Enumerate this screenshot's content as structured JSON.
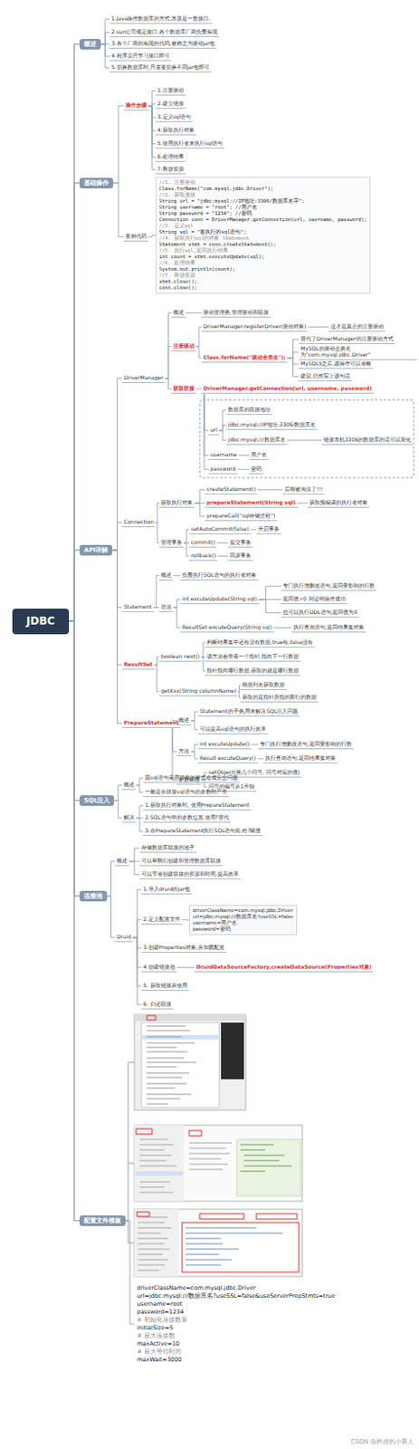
{
  "diagram": {
    "nodes": [
      {
        "text": [
          "JDBC"
        ]
      },
      {
        "text": [
          "概述"
        ]
      },
      {
        "text": [
          "1.Java操作数据库的方式,本质是一套接口."
        ]
      },
      {
        "text": [
          "2.sun公司规定接口,各个数据库厂商负责实现"
        ]
      },
      {
        "text": [
          "3.各个厂商的实现的代码,被称之为驱动jar包"
        ]
      },
      {
        "text": [
          "4.程序员只学习接口即可"
        ]
      },
      {
        "text": [
          "5.切换数据库时,只需要切换不同jar包即可"
        ]
      },
      {
        "text": [
          "基础操作"
        ]
      },
      {
        "text": [
          "操作步骤"
        ]
      },
      {
        "text": [
          "1.注册驱动"
        ]
      },
      {
        "text": [
          "2.建立链接"
        ]
      },
      {
        "text": [
          "3.定义sql语句"
        ]
      },
      {
        "text": [
          "4.获取执行对象"
        ]
      },
      {
        "text": [
          "5.使用执行者来执行sql语句"
        ]
      },
      {
        "text": [
          "6.处理结果"
        ]
      },
      {
        "text": [
          "7.释放资源"
        ]
      },
      {
        "text": [
          "案例代码"
        ]
      },
      {
        "text": [
          "//1. 注册驱动",
          "Class.forName(\"com.mysql.jdbc.Driver\");",
          "//2. 获取连接",
          "String url = \"jdbc:mysql://IP地址:3306/数据库名字\";",
          "String username = \"root\"; //用户名",
          "String password = \"1234\"; //密码",
          "Connection conn = DriverManager.getConnection(url, username, password);",
          "//3. 定义sql",
          "String sql = \"要执行的sql语句\";",
          "//4. 获取执行sql的对象 Statement",
          "Statement stmt = conn.createStatement();",
          "//5. 执行sql,返回执行结果",
          "int count = stmt.executeUpdate(sql);",
          "//6. 处理结果",
          "System.out.println(count);",
          "//7. 释放资源",
          "stmt.close();",
          "conn.close();"
        ]
      },
      {
        "text": [
          "API详解"
        ]
      },
      {
        "text": [
          "DriverManager"
        ]
      },
      {
        "text": [
          "概述"
        ]
      },
      {
        "text": [
          "驱动管理类,管理驱动和联接"
        ]
      },
      {
        "text": [
          "注册驱动"
        ]
      },
      {
        "text": [
          "DriverManager.registerDriver(驱动对象)"
        ]
      },
      {
        "text": [
          "这才是真正的注册驱动"
        ]
      },
      {
        "text": [
          "Class.forName(\"驱动全类名\");"
        ]
      },
      {
        "text": [
          "替代了DriverManager的注册驱动方式"
        ]
      },
      {
        "text": [
          "MySQL的驱动全类名为\"com.mysql.jdbc.Driver\""
        ]
      },
      {
        "text": [
          "MySQL5之后,该操作可以省略"
        ]
      },
      {
        "text": [
          "建议,仍然写上该句话"
        ]
      },
      {
        "text": [
          "获取联接"
        ]
      },
      {
        "text": [
          "DriverManager.getConnection(url, username, password)"
        ]
      },
      {
        "text": [
          "url"
        ]
      },
      {
        "text": [
          "数据库的联接地址"
        ]
      },
      {
        "text": [
          "jdbc:mysql://IP地址:3306/数据库名"
        ]
      },
      {
        "text": [
          "jdbc:mysql:///数据库名"
        ]
      },
      {
        "text": [
          "链接本机3306的数据库的话可以简化"
        ]
      },
      {
        "text": [
          "username"
        ]
      },
      {
        "text": [
          "用户名"
        ]
      },
      {
        "text": [
          "password"
        ]
      },
      {
        "text": [
          "密码"
        ]
      },
      {
        "text": [
          "Connection"
        ]
      },
      {
        "text": [
          "获取执行对象"
        ]
      },
      {
        "text": [
          "createStatement()"
        ]
      },
      {
        "text": [
          "后期被淘汰了!!!"
        ]
      },
      {
        "text": [
          "prepareStatement(String sql)"
        ]
      },
      {
        "text": [
          "获取预编译的执行者对象"
        ]
      },
      {
        "text": [
          "prepareCall(\"sql存储过程\")"
        ]
      },
      {
        "text": [
          "管理事务"
        ]
      },
      {
        "text": [
          "setAutoCommit(false)"
        ]
      },
      {
        "text": [
          "开启事务"
        ]
      },
      {
        "text": [
          "commit()"
        ]
      },
      {
        "text": [
          "提交事务"
        ]
      },
      {
        "text": [
          "rollback()"
        ]
      },
      {
        "text": [
          "回滚事务"
        ]
      },
      {
        "text": [
          "Statement"
        ]
      },
      {
        "text": [
          "概述"
        ]
      },
      {
        "text": [
          "负责执行SQL语句的执行者对象"
        ]
      },
      {
        "text": [
          "语法"
        ]
      },
      {
        "text": [
          "int excuteUpdate(String sql)"
        ]
      },
      {
        "text": [
          "专门执行增删改语句,返回受影响的行数"
        ]
      },
      {
        "text": [
          "返回值>0 则证明操作成功"
        ]
      },
      {
        "text": [
          "也可以执行DDL语句,返回值为0"
        ]
      },
      {
        "text": [
          "ResultSet excuteQuery(String sql)"
        ]
      },
      {
        "text": [
          "执行查询语句,返回结果集对象"
        ]
      },
      {
        "text": [
          "ResultSet"
        ]
      },
      {
        "text": [
          "boolean next()"
        ]
      },
      {
        "text": [
          "判断结果集中还有没有数据,true有,false没有"
        ]
      },
      {
        "text": [
          "该方法会带着一个指针,指向下一行数据"
        ]
      },
      {
        "text": [
          "指针指向哪行数据,获取的就是哪行数据"
        ]
      },
      {
        "text": [
          "getXxx(String columnName)"
        ]
      },
      {
        "text": [
          "根据列名获取数据"
        ]
      },
      {
        "text": [
          "获取的是指针所指的那行的数据"
        ]
      },
      {
        "text": [
          "PrepareStatement"
        ]
      },
      {
        "text": [
          "概述"
        ]
      },
      {
        "text": [
          "Statement的子类,用来解决SQL注入问题"
        ]
      },
      {
        "text": [
          "可以提高sql语句的执行效率"
        ]
      },
      {
        "text": [
          "方法"
        ]
      },
      {
        "text": [
          "int excuteUpdate()"
        ]
      },
      {
        "text": [
          "专门执行增删改语句,返回受影响的行数"
        ]
      },
      {
        "text": [
          "Result excuteQuery()"
        ]
      },
      {
        "text": [
          "执行查询语句,返回结果集对象"
        ]
      },
      {
        "text": [
          "参数赋值"
        ]
      },
      {
        "text": [
          "setObject(第几个问号, 问号对应的值)"
        ]
      },
      {
        "text": [
          "问号的编号从1开始"
        ]
      },
      {
        "text": [
          "SQL注入"
        ]
      },
      {
        "text": [
          "概述"
        ]
      },
      {
        "text": [
          "因sql语句采用拼接的形式造成安全问题"
        ]
      },
      {
        "text": [
          "一般是在拼接sql语句的参数时产生"
        ]
      },
      {
        "text": [
          "解决"
        ]
      },
      {
        "text": [
          "1.获取执行对象时, 使用PrepareStatement"
        ]
      },
      {
        "text": [
          "2.SQL语句中的参数位置,使用?替代"
        ]
      },
      {
        "text": [
          "3.在PrepareStatement执行SQL语句前,给?赋值"
        ]
      },
      {
        "text": [
          "连接池"
        ]
      },
      {
        "text": [
          "概述"
        ]
      },
      {
        "text": [
          "存储数据库联接的池子"
        ]
      },
      {
        "text": [
          "可以帮我们创建和管理数据库联接"
        ]
      },
      {
        "text": [
          "可以节省创建联接的资源和时间,提高效率"
        ]
      },
      {
        "text": [
          "Druid"
        ]
      },
      {
        "text": [
          "1.导入druid的jar包"
        ]
      },
      {
        "text": [
          "2.定义配置文件"
        ]
      },
      {
        "text": [
          "driverClassName=com.mysql.jdbc.Driver",
          "url=jdbc:mysql:///数据库名?useSSL=false",
          "username=用户名",
          "password=密码"
        ]
      },
      {
        "text": [
          "3.创建Properties对象,并加载配置"
        ]
      },
      {
        "text": [
          "4.创建链接池"
        ]
      },
      {
        "text": [
          "DruidDataSourceFactory.createDataSource(Properties对象)"
        ]
      },
      {
        "text": [
          "5. 获取链接并使用"
        ]
      },
      {
        "text": [
          "6. 归还联接"
        ]
      },
      {
        "text": [
          "配置文件模板"
        ]
      },
      {
        "text": [
          "driverClassName=com.mysql.jdbc.Driver",
          "url=jdbc:mysql:///数据库名?useSSL=false&useServerPrepStmts=true",
          "username=root",
          "password=1234",
          "# 初始化连接数量",
          "initialSize=5",
          "# 最大连接数",
          "maxActive=10",
          "# 最大等待时间",
          "maxWait=3000"
        ]
      }
    ],
    "edges": [
      {
        "from": 0,
        "to": 1,
        "arrow": "none"
      },
      {
        "from": 0,
        "to": 7,
        "arrow": "none"
      },
      {
        "from": 0,
        "to": 18,
        "arrow": "none"
      },
      {
        "from": 0,
        "to": 85,
        "arrow": "none"
      },
      {
        "from": 0,
        "to": 93,
        "arrow": "none"
      },
      {
        "from": 0,
        "to": 107,
        "arrow": "none"
      },
      {
        "from": 1,
        "to": 2,
        "arrow": "none"
      },
      {
        "from": 1,
        "to": 3,
        "arrow": "none"
      },
      {
        "from": 1,
        "to": 4,
        "arrow": "none"
      },
      {
        "from": 1,
        "to": 5,
        "arrow": "none"
      },
      {
        "from": 1,
        "to": 6,
        "arrow": "none"
      },
      {
        "from": 7,
        "to": 8,
        "arrow": "none"
      },
      {
        "from": 7,
        "to": 16,
        "arrow": "none"
      },
      {
        "from": 8,
        "to": 9,
        "arrow": "none"
      },
      {
        "from": 8,
        "to": 10,
        "arrow": "none"
      },
      {
        "from": 8,
        "to": 11,
        "arrow": "none"
      },
      {
        "from": 8,
        "to": 12,
        "arrow": "none"
      },
      {
        "from": 8,
        "to": 13,
        "arrow": "none"
      },
      {
        "from": 8,
        "to": 14,
        "arrow": "none"
      },
      {
        "from": 8,
        "to": 15,
        "arrow": "none"
      },
      {
        "from": 16,
        "to": 17,
        "arrow": "none"
      },
      {
        "from": 18,
        "to": 19,
        "arrow": "none"
      },
      {
        "from": 18,
        "to": 41,
        "arrow": "none"
      },
      {
        "from": 18,
        "to": 55,
        "arrow": "none"
      },
      {
        "from": 18,
        "to": 65,
        "arrow": "none"
      },
      {
        "from": 18,
        "to": 73,
        "arrow": "none"
      },
      {
        "from": 19,
        "to": 20,
        "arrow": "none"
      },
      {
        "from": 19,
        "to": 22,
        "arrow": "none"
      },
      {
        "from": 19,
        "to": 30,
        "arrow": "none"
      },
      {
        "from": 20,
        "to": 21,
        "arrow": "none"
      },
      {
        "from": 22,
        "to": 23,
        "arrow": "none"
      },
      {
        "from": 22,
        "to": 25,
        "arrow": "none"
      },
      {
        "from": 23,
        "to": 24,
        "arrow": "none"
      },
      {
        "from": 25,
        "to": 26,
        "arrow": "none"
      },
      {
        "from": 25,
        "to": 27,
        "arrow": "none"
      },
      {
        "from": 25,
        "to": 28,
        "arrow": "none"
      },
      {
        "from": 25,
        "to": 29,
        "arrow": "none"
      },
      {
        "from": 30,
        "to": 31,
        "arrow": "none"
      },
      {
        "from": 31,
        "to": 32,
        "arrow": "none"
      },
      {
        "from": 31,
        "to": 37,
        "arrow": "none"
      },
      {
        "from": 31,
        "to": 39,
        "arrow": "none"
      },
      {
        "from": 32,
        "to": 33,
        "arrow": "none"
      },
      {
        "from": 32,
        "to": 34,
        "arrow": "none"
      },
      {
        "from": 32,
        "to": 35,
        "arrow": "none"
      },
      {
        "from": 35,
        "to": 36,
        "arrow": "none"
      },
      {
        "from": 37,
        "to": 38,
        "arrow": "none"
      },
      {
        "from": 39,
        "to": 40,
        "arrow": "none"
      },
      {
        "from": 41,
        "to": 42,
        "arrow": "none"
      },
      {
        "from": 41,
        "to": 48,
        "arrow": "none"
      },
      {
        "from": 42,
        "to": 43,
        "arrow": "none"
      },
      {
        "from": 42,
        "to": 45,
        "arrow": "none"
      },
      {
        "from": 42,
        "to": 47,
        "arrow": "none"
      },
      {
        "from": 43,
        "to": 44,
        "arrow": "none"
      },
      {
        "from": 45,
        "to": 46,
        "arrow": "none"
      },
      {
        "from": 48,
        "to": 49,
        "arrow": "none"
      },
      {
        "from": 48,
        "to": 51,
        "arrow": "none"
      },
      {
        "from": 48,
        "to": 53,
        "arrow": "none"
      },
      {
        "from": 49,
        "to": 50,
        "arrow": "none"
      },
      {
        "from": 51,
        "to": 52,
        "arrow": "none"
      },
      {
        "from": 53,
        "to": 54,
        "arrow": "none"
      },
      {
        "from": 55,
        "to": 56,
        "arrow": "none"
      },
      {
        "from": 55,
        "to": 58,
        "arrow": "none"
      },
      {
        "from": 56,
        "to": 57,
        "arrow": "none"
      },
      {
        "from": 58,
        "to": 59,
        "arrow": "none"
      },
      {
        "from": 58,
        "to": 63,
        "arrow": "none"
      },
      {
        "from": 59,
        "to": 60,
        "arrow": "none"
      },
      {
        "from": 59,
        "to": 61,
        "arrow": "none"
      },
      {
        "from": 59,
        "to": 62,
        "arrow": "none"
      },
      {
        "from": 63,
        "to": 64,
        "arrow": "none"
      },
      {
        "from": 65,
        "to": 66,
        "arrow": "none"
      },
      {
        "from": 65,
        "to": 70,
        "arrow": "none"
      },
      {
        "from": 66,
        "to": 67,
        "arrow": "none"
      },
      {
        "from": 66,
        "to": 68,
        "arrow": "none"
      },
      {
        "from": 66,
        "to": 69,
        "arrow": "none"
      },
      {
        "from": 70,
        "to": 71,
        "arrow": "none"
      },
      {
        "from": 70,
        "to": 72,
        "arrow": "none"
      },
      {
        "from": 73,
        "to": 74,
        "arrow": "none"
      },
      {
        "from": 73,
        "to": 77,
        "arrow": "none"
      },
      {
        "from": 73,
        "to": 82,
        "arrow": "none"
      },
      {
        "from": 74,
        "to": 75,
        "arrow": "none"
      },
      {
        "from": 74,
        "to": 76,
        "arrow": "none"
      },
      {
        "from": 77,
        "to": 78,
        "arrow": "none"
      },
      {
        "from": 77,
        "to": 80,
        "arrow": "none"
      },
      {
        "from": 78,
        "to": 79,
        "arrow": "none"
      },
      {
        "from": 80,
        "to": 81,
        "arrow": "none"
      },
      {
        "from": 82,
        "to": 83,
        "arrow": "none"
      },
      {
        "from": 82,
        "to": 84,
        "arrow": "none"
      },
      {
        "from": 85,
        "to": 86,
        "arrow": "none"
      },
      {
        "from": 85,
        "to": 89,
        "arrow": "none"
      },
      {
        "from": 86,
        "to": 87,
        "arrow": "none"
      },
      {
        "from": 86,
        "to": 88,
        "arrow": "none"
      },
      {
        "from": 89,
        "to": 90,
        "arrow": "none"
      },
      {
        "from": 89,
        "to": 91,
        "arrow": "none"
      },
      {
        "from": 89,
        "to": 92,
        "arrow": "none"
      },
      {
        "from": 93,
        "to": 94,
        "arrow": "none"
      },
      {
        "from": 93,
        "to": 98,
        "arrow": "none"
      },
      {
        "from": 94,
        "to": 95,
        "arrow": "none"
      },
      {
        "from": 94,
        "to": 96,
        "arrow": "none"
      },
      {
        "from": 94,
        "to": 97,
        "arrow": "none"
      },
      {
        "from": 98,
        "to": 99,
        "arrow": "none"
      },
      {
        "from": 98,
        "to": 100,
        "arrow": "none"
      },
      {
        "from": 98,
        "to": 102,
        "arrow": "none"
      },
      {
        "from": 98,
        "to": 103,
        "arrow": "none"
      },
      {
        "from": 98,
        "to": 105,
        "arrow": "none"
      },
      {
        "from": 98,
        "to": 106,
        "arrow": "none"
      },
      {
        "from": 100,
        "to": 101,
        "arrow": "none"
      },
      {
        "from": 103,
        "to": 104,
        "arrow": "none"
      },
      {
        "from": 107,
        "to": 108,
        "arrow": "none"
      }
    ],
    "labels": [
      "CSDN @矜持的小男人"
    ]
  }
}
